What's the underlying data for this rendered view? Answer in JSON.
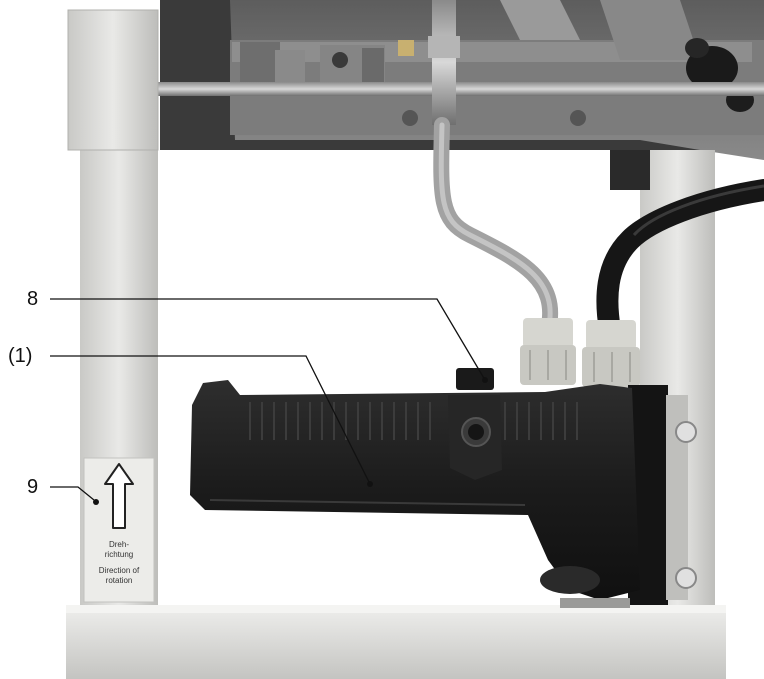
{
  "callouts": {
    "label_8": "8",
    "label_1": "(1)",
    "label_9": "9"
  },
  "sticker": {
    "arrow_icon": "up-arrow-icon",
    "line1": "Dreh-",
    "line2": "richtung",
    "line3": "Direction of",
    "line4": "rotation"
  },
  "colors": {
    "frame": "#d9d9d6",
    "handle": "#1e1e1e",
    "machine": "#7a7a7a",
    "cable": "#a9a9a9",
    "background": "#ffffff"
  }
}
